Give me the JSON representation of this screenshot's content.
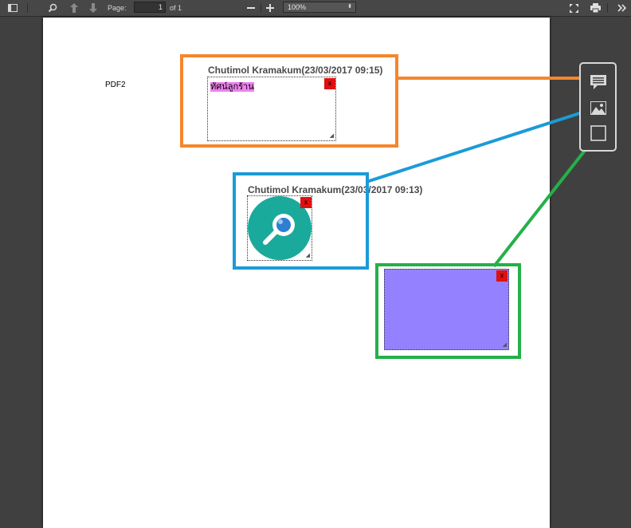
{
  "toolbar": {
    "page_label": "Page:",
    "page_value": "1",
    "page_total": "of 1",
    "zoom_value": "100%"
  },
  "document": {
    "label": "PDF2"
  },
  "annotations": {
    "text_note": {
      "title": "Chutimol Kramakum(23/03/2017 09:15)",
      "content": "ทัศน์ลูกร้าน",
      "close_label": "x"
    },
    "image_note": {
      "title": "Chutimol Kramakum(23/03/2017 09:13)",
      "close_label": "x"
    },
    "shape_note": {
      "close_label": "x",
      "fill_color": "#9381ff"
    }
  },
  "colors": {
    "text_frame": "#f5862c",
    "image_frame": "#1b9bd8",
    "shape_frame": "#25b04a",
    "close_button": "#e01010",
    "icon_circle": "#1aaa9c"
  },
  "side_tools": [
    "comment-icon",
    "image-icon",
    "rectangle-icon"
  ]
}
